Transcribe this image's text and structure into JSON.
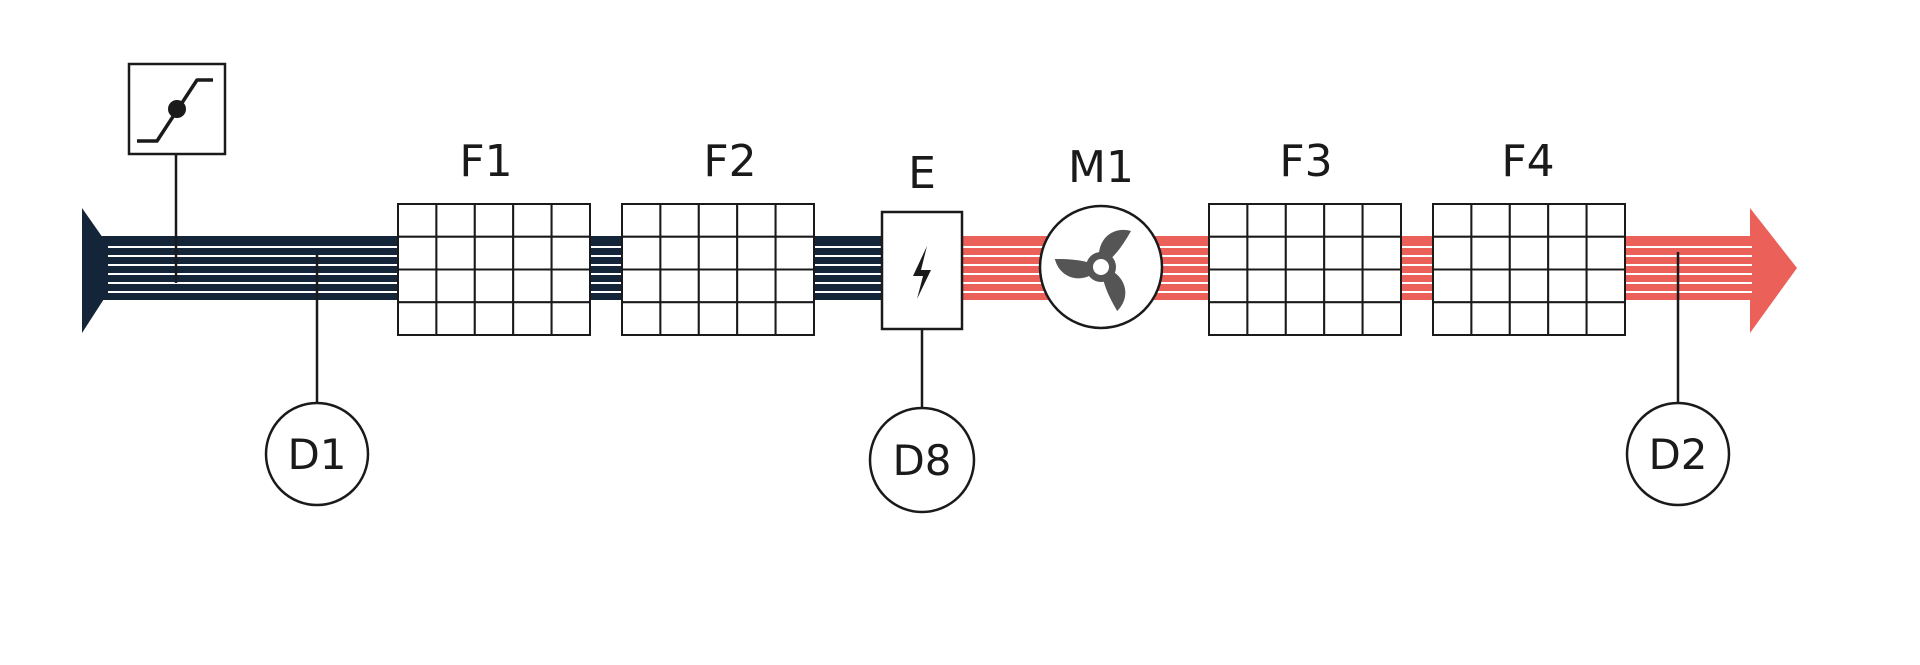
{
  "colors": {
    "cold_air": "#14253a",
    "warm_air": "#ec605a",
    "stroke": "#1a1a1a",
    "fan_blade": "#555555",
    "background": "#ffffff"
  },
  "components": {
    "f1": {
      "label": "F1"
    },
    "f2": {
      "label": "F2"
    },
    "e": {
      "label": "E",
      "icon": "lightning-icon"
    },
    "m1": {
      "label": "M1",
      "icon": "fan-icon"
    },
    "f3": {
      "label": "F3"
    },
    "f4": {
      "label": "F4"
    }
  },
  "damper": {
    "icon": "damper-actuator-icon"
  },
  "sensors": {
    "d1": {
      "label": "D1"
    },
    "d8": {
      "label": "D8"
    },
    "d2": {
      "label": "D2"
    }
  }
}
